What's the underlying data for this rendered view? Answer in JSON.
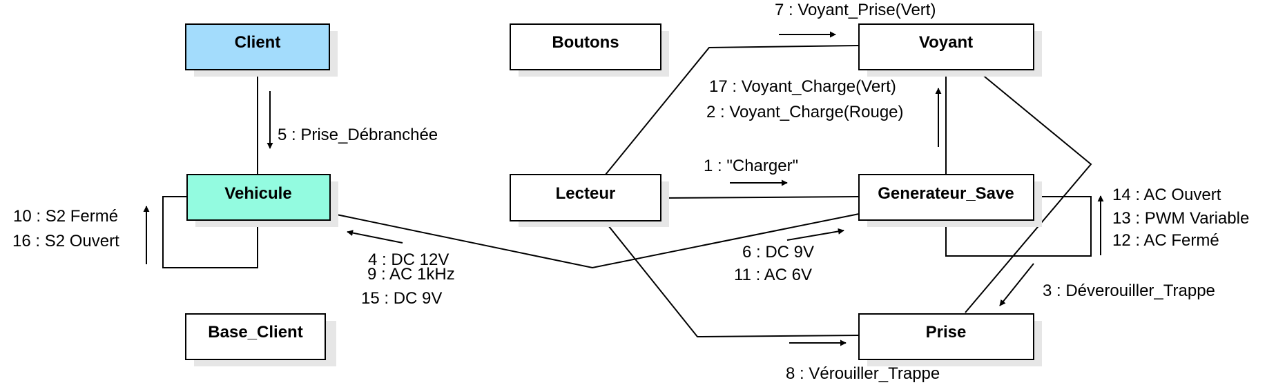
{
  "objects": {
    "client": {
      "label": "Client",
      "fill": "#a3dcfc"
    },
    "boutons": {
      "label": "Boutons",
      "fill": "#ffffff"
    },
    "voyant": {
      "label": "Voyant",
      "fill": "#ffffff"
    },
    "vehicule": {
      "label": "Vehicule",
      "fill": "#93fbe0"
    },
    "lecteur": {
      "label": "Lecteur",
      "fill": "#ffffff"
    },
    "generateur": {
      "label": "Generateur_Save",
      "fill": "#ffffff"
    },
    "base_client": {
      "label": "Base_Client",
      "fill": "#ffffff"
    },
    "prise": {
      "label": "Prise",
      "fill": "#ffffff"
    }
  },
  "messages": {
    "m7": "7 : Voyant_Prise(Vert)",
    "m17": "17 : Voyant_Charge(Vert)",
    "m2": "2 : Voyant_Charge(Rouge)",
    "m5": "5 : Prise_Débranchée",
    "m1": "1 : \"Charger\"",
    "m10": "10 : S2 Fermé",
    "m16": "16 : S2 Ouvert",
    "m14": "14 : AC Ouvert",
    "m13": "13 : PWM Variable",
    "m12": "12 : AC Fermé",
    "m4": "4 : DC 12V",
    "m9": "9 : AC 1kHz",
    "m15": "15 : DC 9V",
    "m6": "6 : DC 9V",
    "m11": "11 : AC 6V",
    "m3": "3 : Déverouiller_Trappe",
    "m8": "8 : Vérouiller_Trappe"
  },
  "colors": {
    "shadow": "#e6e6e6",
    "stroke": "#000000"
  }
}
